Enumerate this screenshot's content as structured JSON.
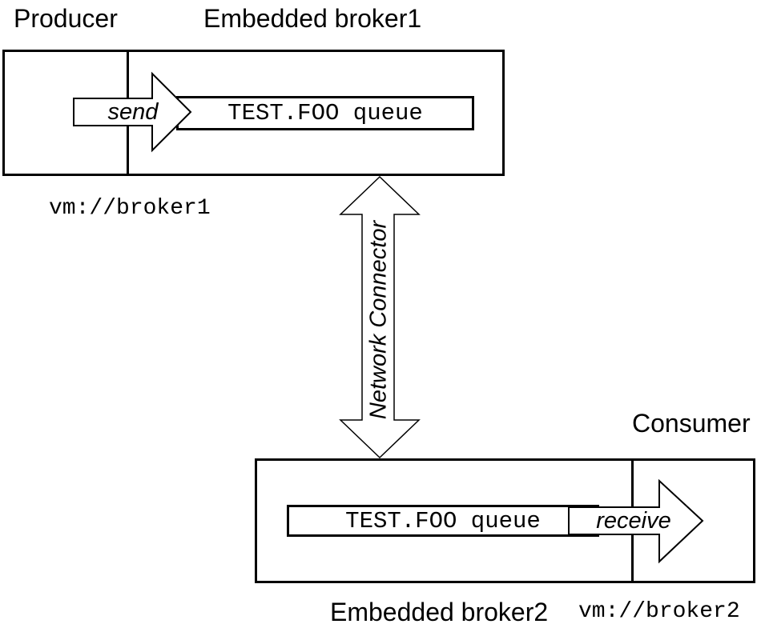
{
  "diagram": {
    "title_region": {
      "producer_label": "Producer",
      "broker1_label": "Embedded broker1"
    },
    "broker1": {
      "queue_label": "TEST.FOO queue",
      "url": "vm://broker1",
      "send_label": "send"
    },
    "connector": {
      "label": "Network Connector"
    },
    "broker2": {
      "queue_label": "TEST.FOO queue",
      "url": "vm://broker2",
      "receive_label": "receive",
      "consumer_label": "Consumer",
      "broker2_label": "Embedded broker2"
    },
    "colors": {
      "line": "#000000",
      "fill": "#ffffff",
      "background": "#ffffff"
    }
  }
}
